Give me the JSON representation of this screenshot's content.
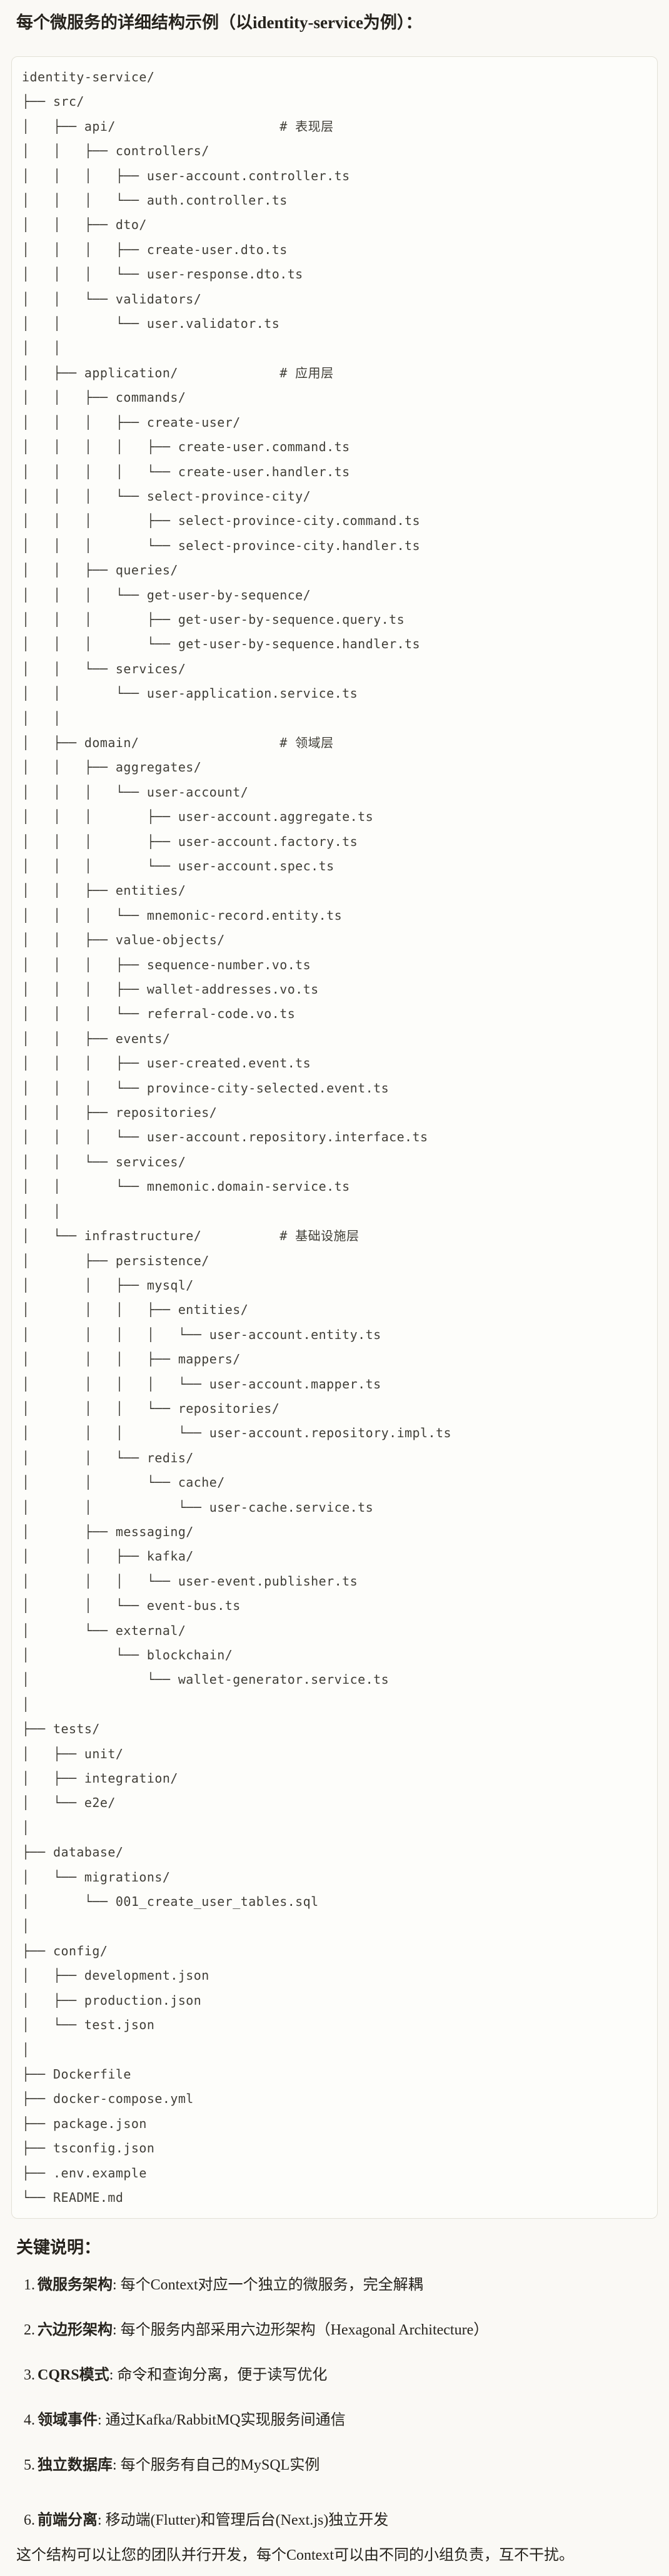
{
  "theme": {
    "page_background": "#faf9f5",
    "block_background": "#fdfdfa",
    "block_border": "#e3e1d7",
    "text_color": "#26231d",
    "code_text_color": "#403e37"
  },
  "page": {
    "title": "每个微服务的详细结构示例（以identity-service为例）："
  },
  "tree": {
    "lines": [
      "identity-service/",
      "├── src/",
      "│   ├── api/                     # 表现层",
      "│   │   ├── controllers/",
      "│   │   │   ├── user-account.controller.ts",
      "│   │   │   └── auth.controller.ts",
      "│   │   ├── dto/",
      "│   │   │   ├── create-user.dto.ts",
      "│   │   │   └── user-response.dto.ts",
      "│   │   └── validators/",
      "│   │       └── user.validator.ts",
      "│   │",
      "│   ├── application/             # 应用层",
      "│   │   ├── commands/",
      "│   │   │   ├── create-user/",
      "│   │   │   │   ├── create-user.command.ts",
      "│   │   │   │   └── create-user.handler.ts",
      "│   │   │   └── select-province-city/",
      "│   │   │       ├── select-province-city.command.ts",
      "│   │   │       └── select-province-city.handler.ts",
      "│   │   ├── queries/",
      "│   │   │   └── get-user-by-sequence/",
      "│   │   │       ├── get-user-by-sequence.query.ts",
      "│   │   │       └── get-user-by-sequence.handler.ts",
      "│   │   └── services/",
      "│   │       └── user-application.service.ts",
      "│   │",
      "│   ├── domain/                  # 领域层",
      "│   │   ├── aggregates/",
      "│   │   │   └── user-account/",
      "│   │   │       ├── user-account.aggregate.ts",
      "│   │   │       ├── user-account.factory.ts",
      "│   │   │       └── user-account.spec.ts",
      "│   │   ├── entities/",
      "│   │   │   └── mnemonic-record.entity.ts",
      "│   │   ├── value-objects/",
      "│   │   │   ├── sequence-number.vo.ts",
      "│   │   │   ├── wallet-addresses.vo.ts",
      "│   │   │   └── referral-code.vo.ts",
      "│   │   ├── events/",
      "│   │   │   ├── user-created.event.ts",
      "│   │   │   └── province-city-selected.event.ts",
      "│   │   ├── repositories/",
      "│   │   │   └── user-account.repository.interface.ts",
      "│   │   └── services/",
      "│   │       └── mnemonic.domain-service.ts",
      "│   │",
      "│   └── infrastructure/          # 基础设施层",
      "│       ├── persistence/",
      "│       │   ├── mysql/",
      "│       │   │   ├── entities/",
      "│       │   │   │   └── user-account.entity.ts",
      "│       │   │   ├── mappers/",
      "│       │   │   │   └── user-account.mapper.ts",
      "│       │   │   └── repositories/",
      "│       │   │       └── user-account.repository.impl.ts",
      "│       │   └── redis/",
      "│       │       └── cache/",
      "│       │           └── user-cache.service.ts",
      "│       ├── messaging/",
      "│       │   ├── kafka/",
      "│       │   │   └── user-event.publisher.ts",
      "│       │   └── event-bus.ts",
      "│       └── external/",
      "│           └── blockchain/",
      "│               └── wallet-generator.service.ts",
      "│",
      "├── tests/",
      "│   ├── unit/",
      "│   ├── integration/",
      "│   └── e2e/",
      "│",
      "├── database/",
      "│   └── migrations/",
      "│       └── 001_create_user_tables.sql",
      "│",
      "├── config/",
      "│   ├── development.json",
      "│   ├── production.json",
      "│   └── test.json",
      "│",
      "├── Dockerfile",
      "├── docker-compose.yml",
      "├── package.json",
      "├── tsconfig.json",
      "├── .env.example",
      "└── README.md"
    ]
  },
  "notes": {
    "heading": "关键说明：",
    "items": [
      {
        "num": "1.",
        "label": "微服务架构",
        "sep": ": ",
        "text": "每个Context对应一个独立的微服务，完全解耦"
      },
      {
        "num": "2.",
        "label": "六边形架构",
        "sep": ": ",
        "text": "每个服务内部采用六边形架构（Hexagonal Architecture）"
      },
      {
        "num": "3.",
        "label": "CQRS模式",
        "sep": ": ",
        "text": "命令和查询分离，便于读写优化"
      },
      {
        "num": "4.",
        "label": "领域事件",
        "sep": ": ",
        "text": "通过Kafka/RabbitMQ实现服务间通信"
      },
      {
        "num": "5.",
        "label": "独立数据库",
        "sep": ": ",
        "text": "每个服务有自己的MySQL实例"
      },
      {
        "num": "6.",
        "label": "前端分离",
        "sep": ": ",
        "text": "移动端(Flutter)和管理后台(Next.js)独立开发",
        "extra_gap": true
      }
    ],
    "closing": "这个结构可以让您的团队并行开发，每个Context可以由不同的小组负责，互不干扰。"
  }
}
